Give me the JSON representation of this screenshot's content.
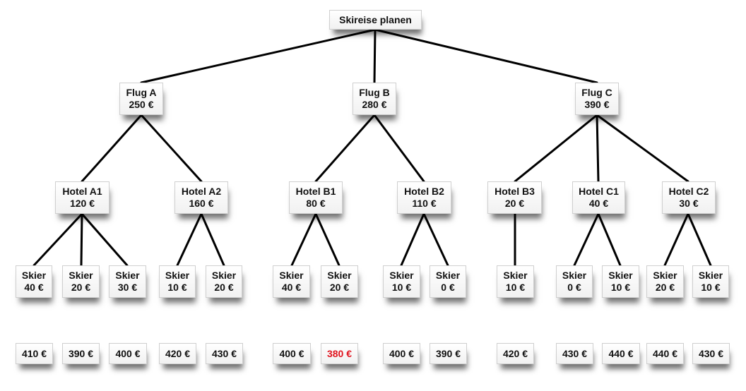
{
  "root": {
    "label": "Skireise planen"
  },
  "flights": [
    {
      "name": "Flug A",
      "price": "250 €"
    },
    {
      "name": "Flug B",
      "price": "280 €"
    },
    {
      "name": "Flug C",
      "price": "390 €"
    }
  ],
  "hotels": [
    {
      "name": "Hotel A1",
      "price": "120 €"
    },
    {
      "name": "Hotel A2",
      "price": "160 €"
    },
    {
      "name": "Hotel B1",
      "price": "80 €"
    },
    {
      "name": "Hotel B2",
      "price": "110 €"
    },
    {
      "name": "Hotel B3",
      "price": "20 €"
    },
    {
      "name": "Hotel C1",
      "price": "40 €"
    },
    {
      "name": "Hotel C2",
      "price": "30 €"
    }
  ],
  "skis": [
    {
      "name": "Skier",
      "price": "40 €"
    },
    {
      "name": "Skier",
      "price": "20 €"
    },
    {
      "name": "Skier",
      "price": "30 €"
    },
    {
      "name": "Skier",
      "price": "10 €"
    },
    {
      "name": "Skier",
      "price": "20 €"
    },
    {
      "name": "Skier",
      "price": "40 €"
    },
    {
      "name": "Skier",
      "price": "20 €"
    },
    {
      "name": "Skier",
      "price": "10 €"
    },
    {
      "name": "Skier",
      "price": "0 €"
    },
    {
      "name": "Skier",
      "price": "10 €"
    },
    {
      "name": "Skier",
      "price": "0 €"
    },
    {
      "name": "Skier",
      "price": "10 €"
    },
    {
      "name": "Skier",
      "price": "20 €"
    },
    {
      "name": "Skier",
      "price": "10 €"
    }
  ],
  "totals": [
    "410 €",
    "390 €",
    "400 €",
    "420 €",
    "430 €",
    "400 €",
    "380 €",
    "400 €",
    "390 €",
    "420 €",
    "430 €",
    "440 €",
    "440 €",
    "430 €"
  ],
  "highlight_color": "#e0141e"
}
